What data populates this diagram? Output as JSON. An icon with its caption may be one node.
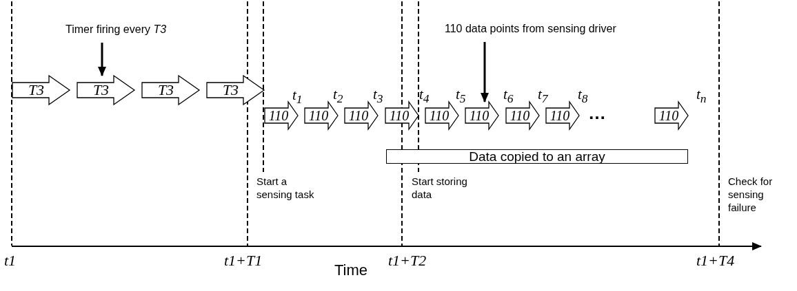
{
  "diagram": {
    "nodes": [
      {
        "text": [
          "Timer firing every *T3*"
        ]
      },
      {
        "text": [
          "T3"
        ]
      },
      {
        "text": [
          "T3"
        ]
      },
      {
        "text": [
          "T3"
        ]
      },
      {
        "text": [
          "T3"
        ]
      },
      {
        "text": [
          "110 data points from sensing driver"
        ]
      },
      {
        "text": [
          "110"
        ]
      },
      {
        "text": [
          "110"
        ]
      },
      {
        "text": [
          "110"
        ]
      },
      {
        "text": [
          "110"
        ]
      },
      {
        "text": [
          "110"
        ]
      },
      {
        "text": [
          "110"
        ]
      },
      {
        "text": [
          "110"
        ]
      },
      {
        "text": [
          "110"
        ]
      },
      {
        "text": [
          "110"
        ]
      },
      {
        "text": [
          "Data copied to an array"
        ]
      }
    ],
    "edges": [
      {
        "from": 0,
        "to": 2,
        "arrow": "to"
      },
      {
        "from": 5,
        "to": 11,
        "arrow": "to"
      }
    ],
    "labels": [
      "t$_{1}$",
      "t$_{2}$",
      "t$_{3}$",
      "t$_{4}$",
      "t$_{5}$",
      "t$_{6}$",
      "t$_{7}$",
      "t$_{8}$",
      "…",
      "t$_{n}$",
      "Start a sensing task",
      "Start storing data",
      "Check for sensing failure",
      "t1",
      "t1+T1",
      "t1+T2",
      "t1+T4",
      "Time"
    ]
  }
}
